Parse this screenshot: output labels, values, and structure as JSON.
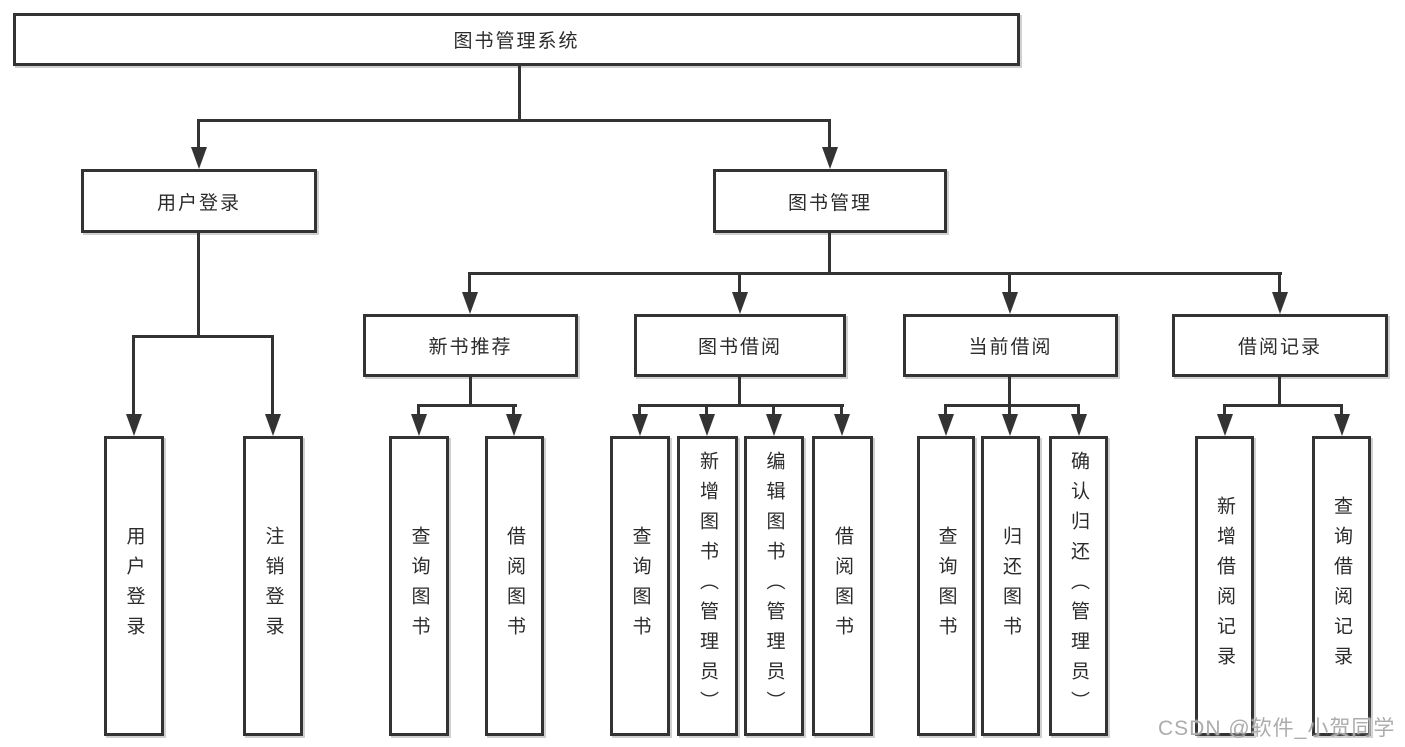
{
  "diagram": {
    "title": "图书管理系统",
    "nodes": {
      "root": {
        "label": "图书管理系统"
      },
      "level1": [
        {
          "label": "用户登录"
        },
        {
          "label": "图书管理"
        }
      ],
      "level2": [
        {
          "label": "新书推荐"
        },
        {
          "label": "图书借阅"
        },
        {
          "label": "当前借阅"
        },
        {
          "label": "借阅记录"
        }
      ],
      "leaves": [
        {
          "label": "用户登录"
        },
        {
          "label": "注销登录"
        },
        {
          "label": "查询图书"
        },
        {
          "label": "借阅图书"
        },
        {
          "label": "查询图书"
        },
        {
          "label": "新增图书（管理员）"
        },
        {
          "label": "编辑图书（管理员）"
        },
        {
          "label": "借阅图书"
        },
        {
          "label": "查询图书"
        },
        {
          "label": "归还图书"
        },
        {
          "label": "确认归还（管理员）"
        },
        {
          "label": "新增借阅记录"
        },
        {
          "label": "查询借阅记录"
        }
      ]
    },
    "watermark": "CSDN @软件_小贺同学",
    "colors": {
      "line": "#333333",
      "text": "#2b2b2b",
      "watermark": "#acacac",
      "background": "#ffffff"
    }
  }
}
